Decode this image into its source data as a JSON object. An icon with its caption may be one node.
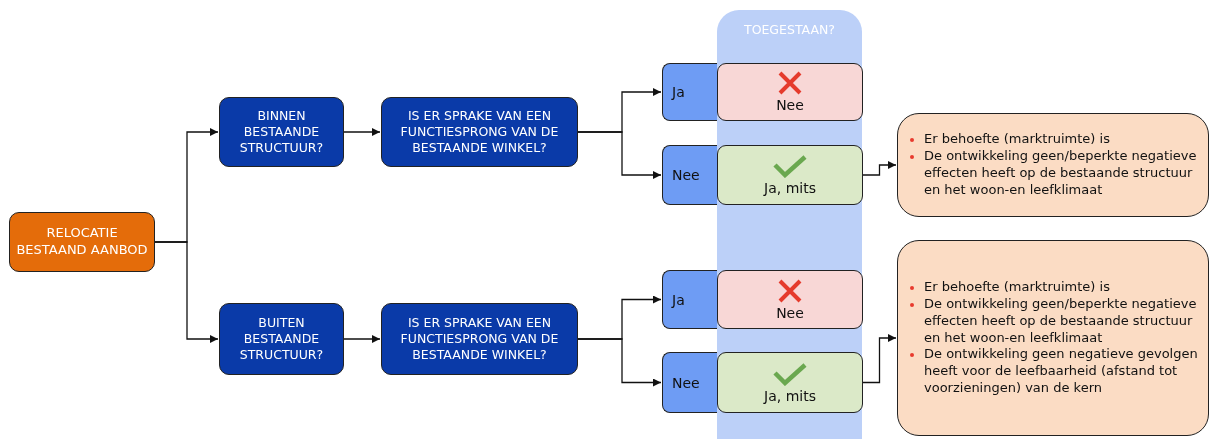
{
  "diagram": {
    "nodes": [
      {
        "text": [
          "RELOCATIE BESTAAND AANBOD"
        ]
      },
      {
        "text": [
          "BINNEN BESTAANDE STRUCTUUR?"
        ]
      },
      {
        "text": [
          "IS ER SPRAKE VAN EEN FUNCTIESPRONG VAN DE BESTAANDE WINKEL?"
        ]
      },
      {
        "text": [
          "BUITEN BESTAANDE STRUCTUUR?"
        ]
      },
      {
        "text": [
          "IS ER SPRAKE VAN EEN FUNCTIESPRONG VAN DE BESTAANDE WINKEL?"
        ]
      },
      {
        "text": [
          "TOEGESTAAN?"
        ]
      },
      {
        "text": [
          "Ja"
        ]
      },
      {
        "text": [
          "Nee"
        ],
        "in": 5
      },
      {
        "text": [
          "Nee"
        ]
      },
      {
        "text": [
          "Ja, mits"
        ],
        "in": 5
      },
      {
        "text": [
          "Er behoefte (marktruimte) is",
          "De ontwikkeling geen/beperkte negatieve effecten heeft op de bestaande structuur en het woon-en leefklimaat"
        ]
      },
      {
        "text": [
          "Ja"
        ]
      },
      {
        "text": [
          "Nee"
        ],
        "in": 5
      },
      {
        "text": [
          "Nee"
        ]
      },
      {
        "text": [
          "Ja, mits"
        ],
        "in": 5
      },
      {
        "text": [
          "Er behoefte (marktruimte) is",
          "De ontwikkeling geen/beperkte negatieve effecten heeft op de bestaande structuur en het woon-en leefklimaat",
          "De ontwikkeling geen negatieve gevolgen heeft voor de leefbaarheid (afstand tot voorzieningen) van de kern"
        ]
      }
    ],
    "edges": [
      {
        "from": 0,
        "to": 1,
        "arrow": "to"
      },
      {
        "from": 0,
        "to": 3,
        "arrow": "to"
      },
      {
        "from": 1,
        "to": 2,
        "arrow": "to"
      },
      {
        "from": 3,
        "to": 4,
        "arrow": "to"
      },
      {
        "from": 2,
        "to": 6,
        "arrow": "to"
      },
      {
        "from": 2,
        "to": 8,
        "arrow": "to"
      },
      {
        "from": 4,
        "to": 11,
        "arrow": "to"
      },
      {
        "from": 4,
        "to": 13,
        "arrow": "to"
      },
      {
        "from": 9,
        "to": 10,
        "arrow": "to"
      },
      {
        "from": 14,
        "to": 15,
        "arrow": "to"
      }
    ]
  }
}
